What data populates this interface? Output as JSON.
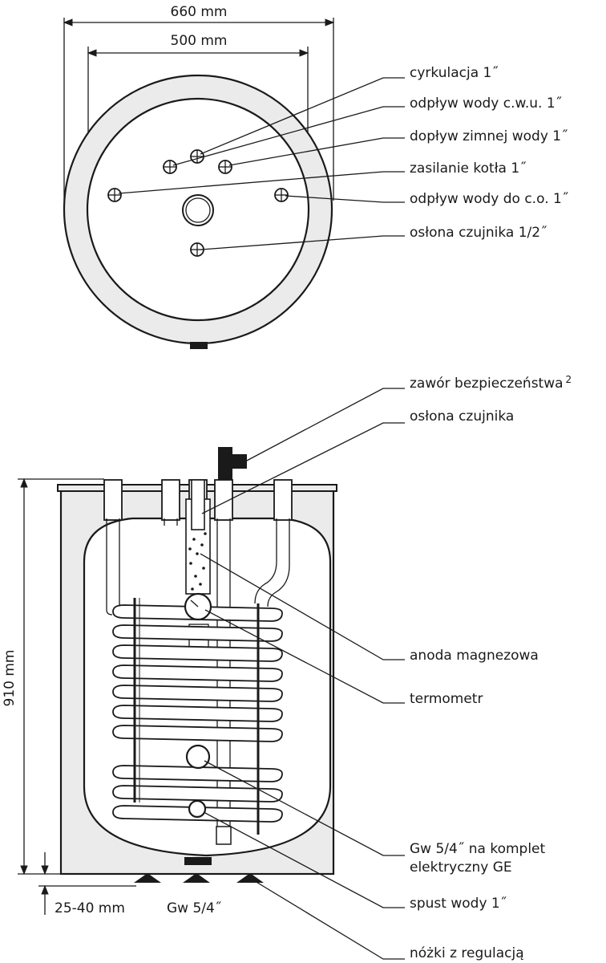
{
  "dimensions": {
    "outer_diameter": "660 mm",
    "inner_diameter": "500 mm",
    "height": "910 mm",
    "feet_height": "25-40 mm",
    "feet_thread": "Gw 5/4˝"
  },
  "top_view_labels": [
    "cyrkulacja 1˝",
    "odpływ wody c.w.u. 1˝",
    "dopływ zimnej wody 1˝",
    "zasilanie kotła 1˝",
    "odpływ wody do c.o. 1˝",
    "osłona czujnika 1/2˝"
  ],
  "side_view_labels": {
    "safety_valve": "zawór bezpieczeństwa",
    "safety_valve_note": "2",
    "sensor_sleeve": "osłona czujnika",
    "anode": "anoda magnezowa",
    "thermometer": "termometr",
    "heater_line1": "Gw 5/4˝ na komplet",
    "heater_line2": "elektryczny GE",
    "drain": "spust wody 1˝",
    "feet": "nóżki z regulacją"
  },
  "colors": {
    "line": "#1a1a1a",
    "fill_grey": "#ebebeb",
    "fill_white": "#ffffff"
  }
}
